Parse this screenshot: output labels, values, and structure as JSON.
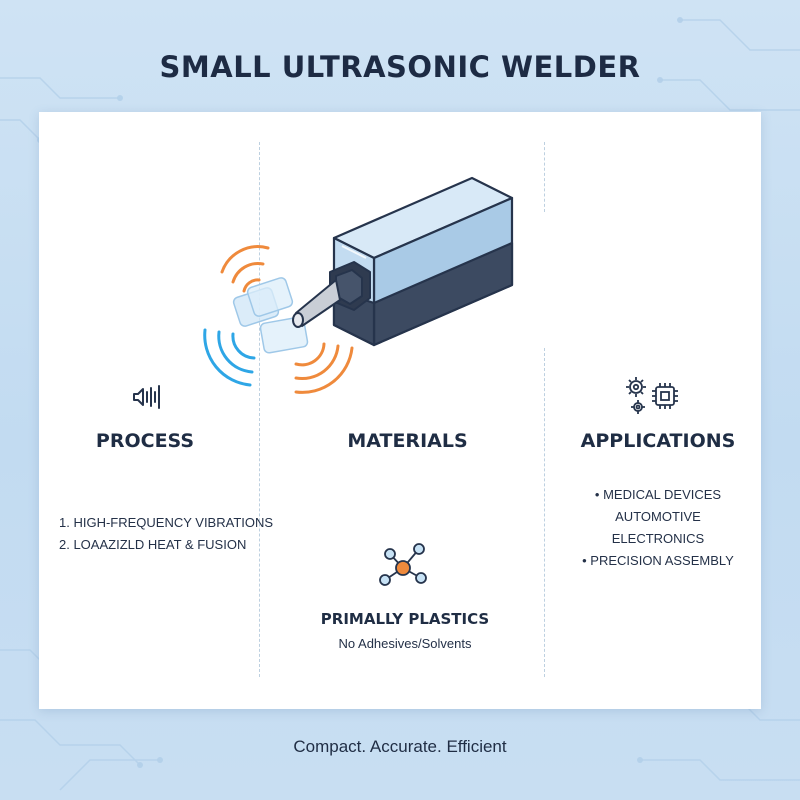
{
  "title": "SMALL ULTRASONIC WELDER",
  "process": {
    "heading": "PROCESS",
    "steps": [
      "1. HIGH-FREQUENCY VIBRATIONS",
      "2. LOAAZIZLD HEAT & FUSION"
    ]
  },
  "materials": {
    "heading": "MATERIALS",
    "primary": "PRIMALLY PLASTICS",
    "note": "No Adhesives/Solvents"
  },
  "applications": {
    "heading": "APPLICATIONS",
    "items": [
      "• MEDICAL DEVICES",
      "AUTOMOTIVE",
      "ELECTRONICS",
      "• PRECISION ASSEMBLY"
    ]
  },
  "tagline": "Compact. Accurate. Efficient",
  "colors": {
    "wave_orange": "#ef8a3c",
    "wave_blue": "#2ea6e6",
    "device_body": "#bcd7ee",
    "device_base": "#3c4a61",
    "text_dark": "#1f2d44"
  },
  "icons": {
    "process": "sound-wave-icon",
    "materials": "molecule-icon",
    "applications": "gear-chip-icon"
  }
}
